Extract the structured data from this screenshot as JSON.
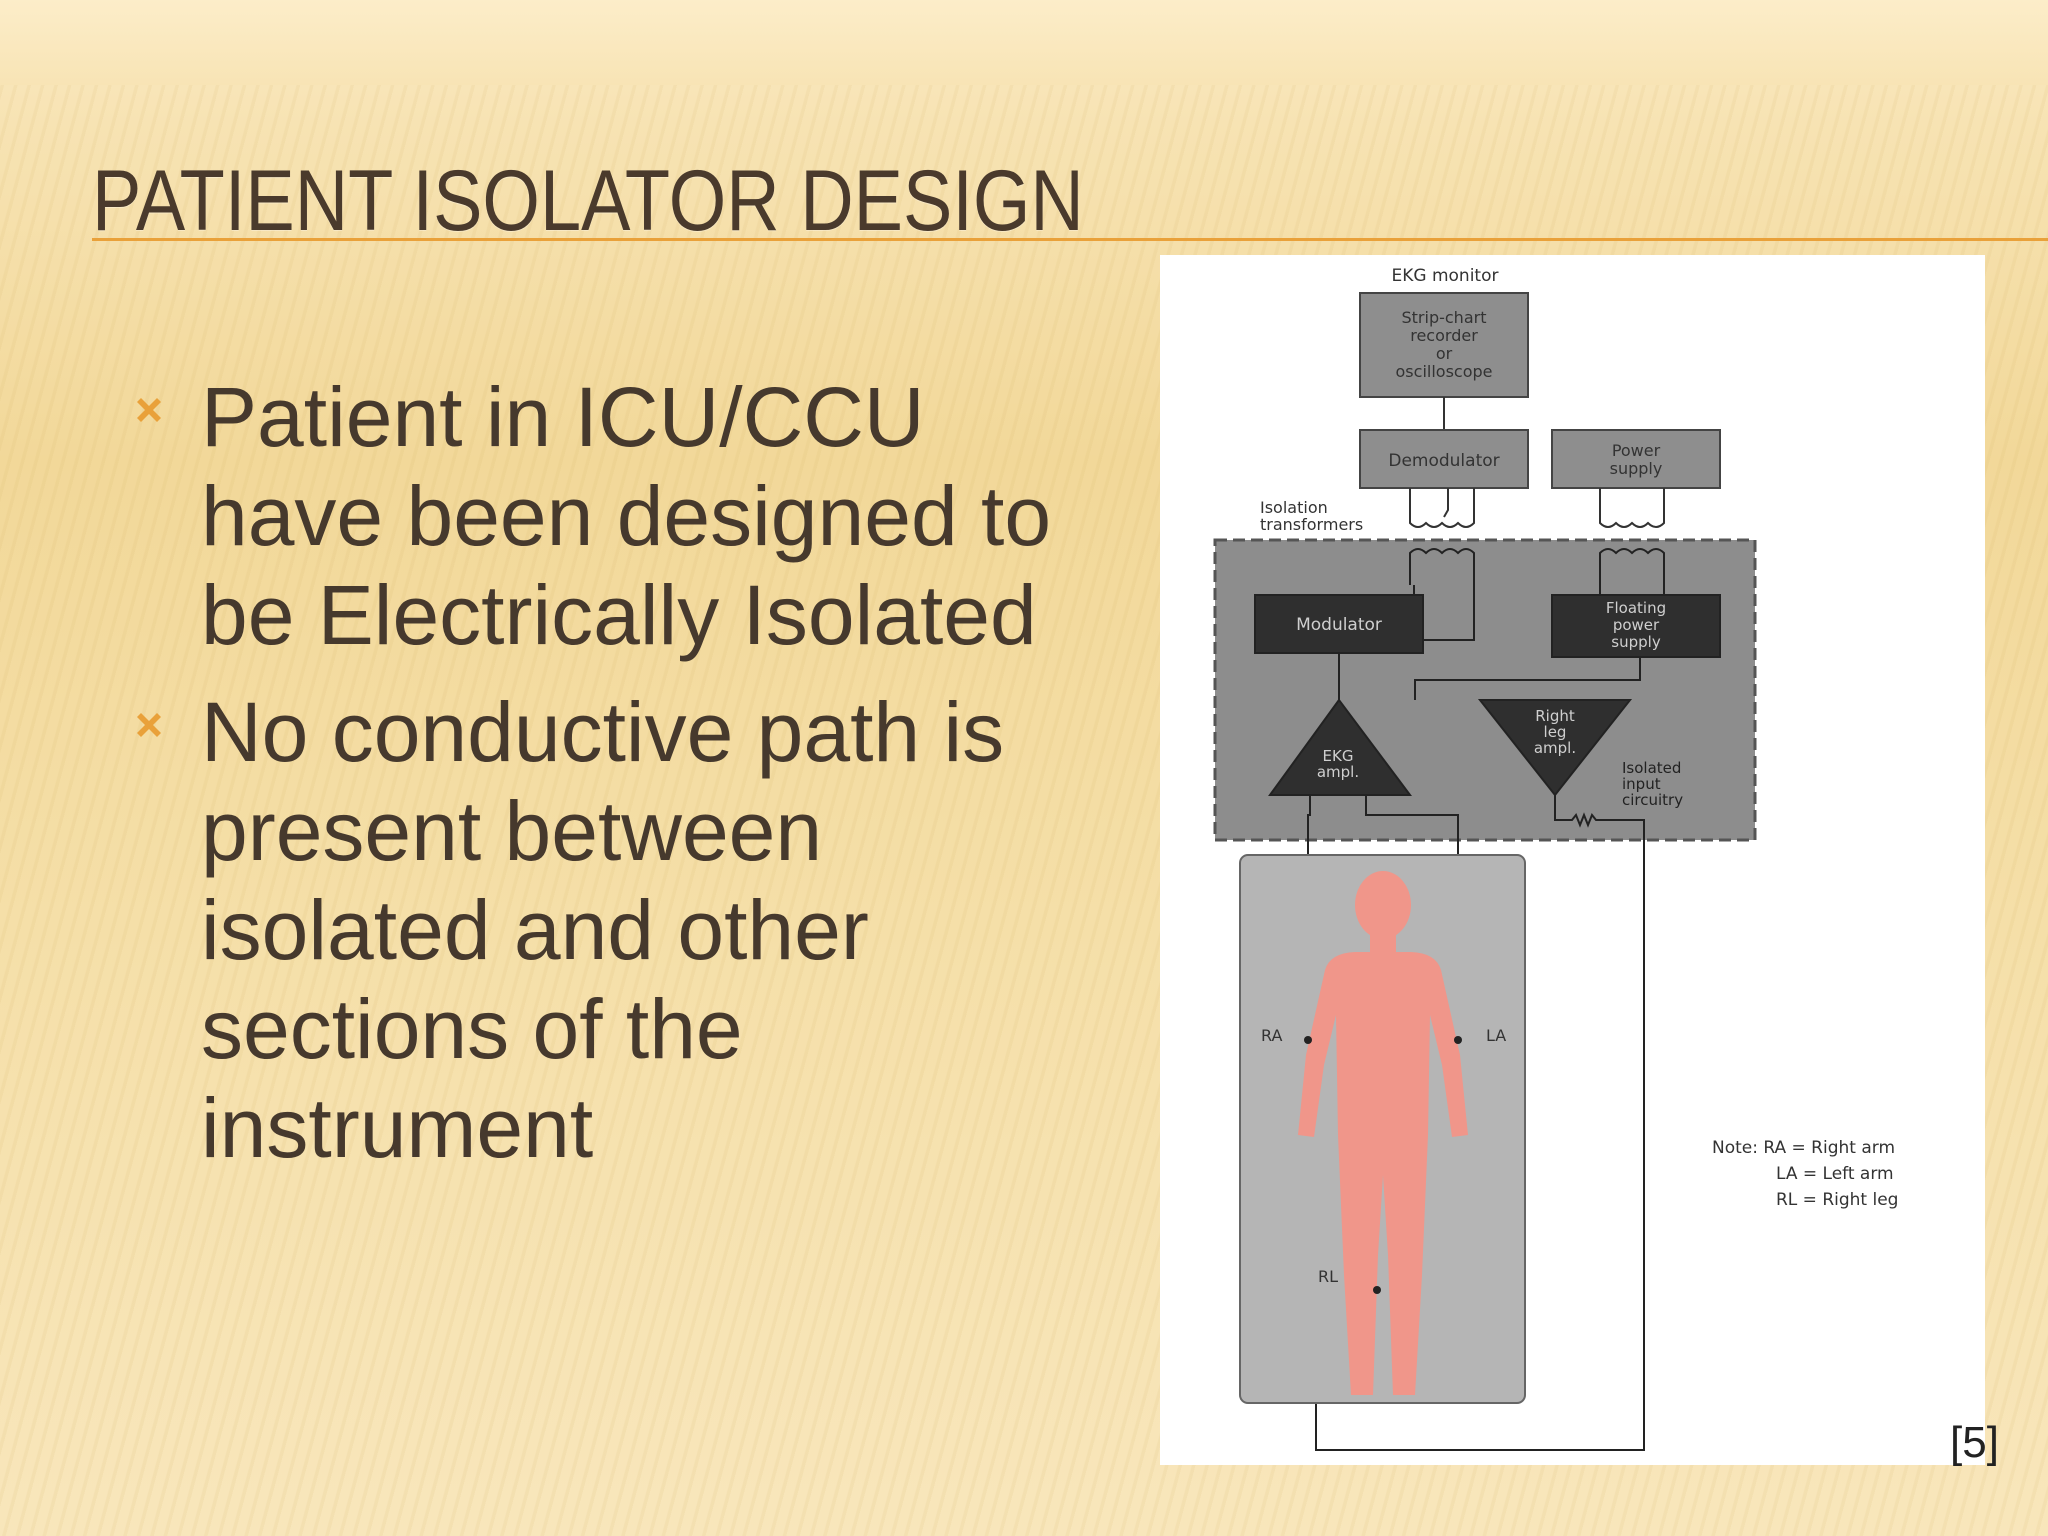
{
  "slide": {
    "title": "PATIENT ISOLATOR DESIGN",
    "bullets": [
      "Patient in ICU/CCU have been designed to be Electrically Isolated",
      "No conductive path is present between isolated and other sections of the instrument"
    ],
    "citation": "[5]"
  },
  "figure": {
    "monitor_label": "EKG monitor",
    "recorder": [
      "Strip-chart",
      "recorder",
      "or",
      "oscilloscope"
    ],
    "demodulator": "Demodulator",
    "power_supply": [
      "Power",
      "supply"
    ],
    "isolation_transformers": [
      "Isolation",
      "transformers"
    ],
    "modulator": "Modulator",
    "floating_power_supply": [
      "Floating",
      "power",
      "supply"
    ],
    "right_leg_amp": [
      "Right",
      "leg",
      "ampl."
    ],
    "ekg_amp": [
      "EKG",
      "ampl."
    ],
    "isolated_input": [
      "Isolated",
      "input",
      "circuitry"
    ],
    "ra": "RA",
    "la": "LA",
    "rl": "RL",
    "note": [
      "Note: RA = Right arm",
      "LA = Left arm",
      "RL = Right leg"
    ]
  },
  "colors": {
    "accent": "#e9a13a",
    "title": "#4a3a2c",
    "text": "#46392d",
    "body_figure": "#f0968a"
  }
}
